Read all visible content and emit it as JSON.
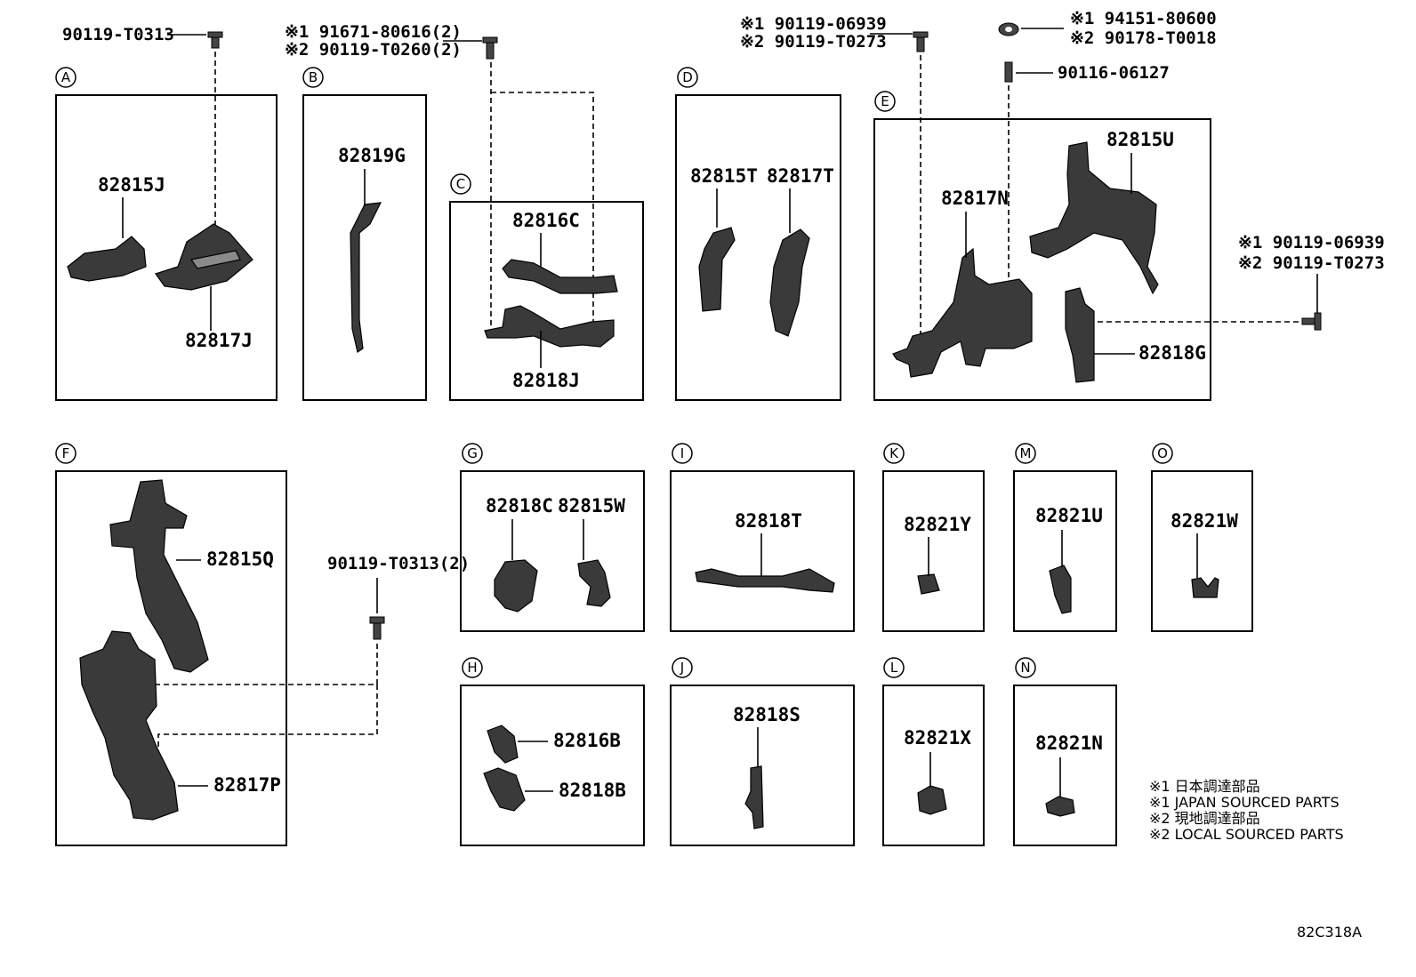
{
  "panels": [
    {
      "letter": "A"
    },
    {
      "letter": "B"
    },
    {
      "letter": "C"
    },
    {
      "letter": "D"
    },
    {
      "letter": "E"
    },
    {
      "letter": "F"
    },
    {
      "letter": "G"
    },
    {
      "letter": "I"
    },
    {
      "letter": "K"
    },
    {
      "letter": "M"
    },
    {
      "letter": "O"
    },
    {
      "letter": "H"
    },
    {
      "letter": "J"
    },
    {
      "letter": "L"
    },
    {
      "letter": "N"
    }
  ],
  "parts": {
    "p82815J": "82815J",
    "p82817J": "82817J",
    "p82819G": "82819G",
    "p82816C": "82816C",
    "p82818J": "82818J",
    "p82815T": "82815T",
    "p82817T": "82817T",
    "p82817N": "82817N",
    "p82815U": "82815U",
    "p82818G": "82818G",
    "p82815Q": "82815Q",
    "p82817P": "82817P",
    "p82818C": "82818C",
    "p82815W": "82815W",
    "p82818T": "82818T",
    "p82821Y": "82821Y",
    "p82821U": "82821U",
    "p82821W": "82821W",
    "p82816B": "82816B",
    "p82818B": "82818B",
    "p82818S": "82818S",
    "p82821X": "82821X",
    "p82821N": "82821N"
  },
  "fasteners": {
    "a_bolt": "90119-T0313",
    "b_bolt_1": "※1 91671-80616(2)",
    "b_bolt_2": "※2 90119-T0260(2)",
    "e_bolt_1": "※1 90119-06939",
    "e_bolt_2": "※2 90119-T0273",
    "e_nut_1": "※1 94151-80600",
    "e_nut_2": "※2 90178-T0018",
    "e_stud": "90116-06127",
    "e_side_1": "※1 90119-06939",
    "e_side_2": "※2 90119-T0273",
    "f_bolt": "90119-T0313(2)"
  },
  "legend": [
    "※1 日本調達部品",
    "※1 JAPAN SOURCED PARTS",
    "※2 現地調達部品",
    "※2 LOCAL SOURCED PARTS"
  ],
  "figure_code": "82C318A"
}
